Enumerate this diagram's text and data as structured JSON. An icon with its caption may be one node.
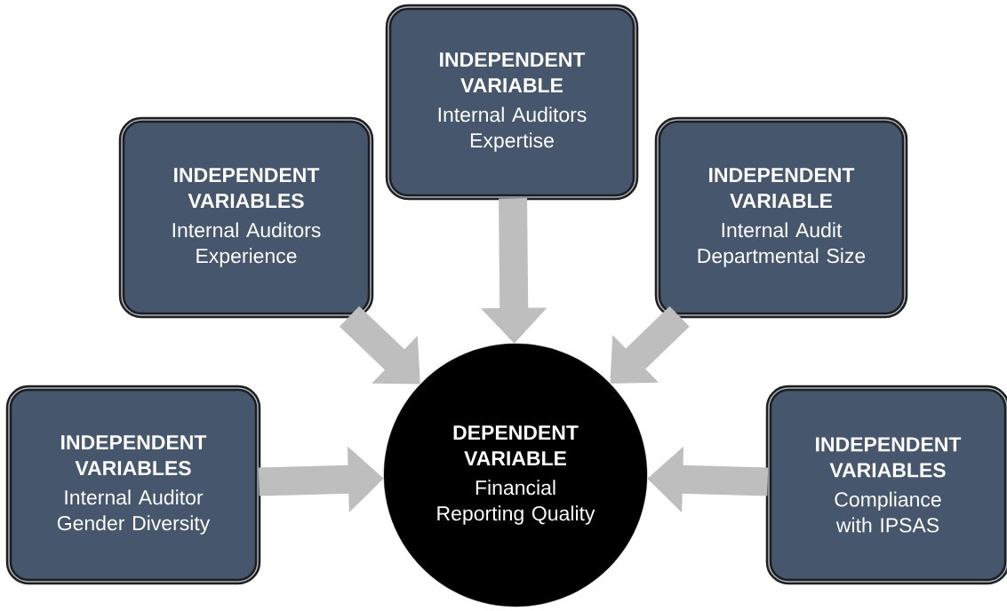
{
  "diagram": {
    "nodes": [
      {
        "text": [
          "INDEPENDENT VARIABLE",
          "Internal Auditors Expertise"
        ]
      },
      {
        "text": [
          "INDEPENDENT VARIABLES",
          "Internal Auditors Experience"
        ]
      },
      {
        "text": [
          "INDEPENDENT VARIABLE",
          "Internal Audit Departmental Size"
        ]
      },
      {
        "text": [
          "INDEPENDENT VARIABLES",
          "Internal Auditor Gender Diversity"
        ]
      },
      {
        "text": [
          "DEPENDENT VARIABLE",
          "Financial Reporting Quality"
        ]
      },
      {
        "text": [
          "INDEPENDENT VARIABLES",
          "Compliance with IPSAS"
        ]
      }
    ],
    "edges": [
      {
        "from": 0,
        "to": 4,
        "arrow": "to"
      },
      {
        "from": 1,
        "to": 4,
        "arrow": "to"
      },
      {
        "from": 2,
        "to": 4,
        "arrow": "to"
      },
      {
        "from": 3,
        "to": 4,
        "arrow": "to"
      },
      {
        "from": 5,
        "to": 4,
        "arrow": "to"
      }
    ]
  }
}
